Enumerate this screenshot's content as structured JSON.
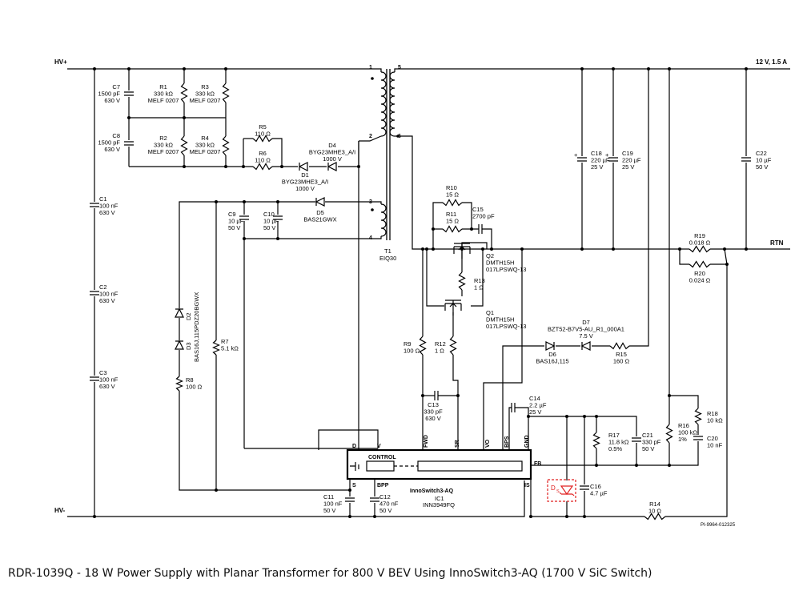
{
  "nets": {
    "hv_plus": "HV+",
    "hv_minus": "HV-",
    "output": "12 V, 1.5 A",
    "return": "RTN"
  },
  "transformer": {
    "ref": "T1",
    "core": "EIQ30",
    "pins": [
      "1",
      "2",
      "3",
      "4",
      "5",
      "6"
    ]
  },
  "components": {
    "C7": [
      "C7",
      "1500 pF",
      "630 V"
    ],
    "C8": [
      "C8",
      "1500 pF",
      "630 V"
    ],
    "R1": [
      "R1",
      "330 kΩ",
      "MELF 0207"
    ],
    "R2": [
      "R2",
      "330 kΩ",
      "MELF 0207"
    ],
    "R3": [
      "R3",
      "330 kΩ",
      "MELF 0207"
    ],
    "R4": [
      "R4",
      "330 kΩ",
      "MELF 0207"
    ],
    "R5": [
      "R5",
      "110 Ω"
    ],
    "R6": [
      "R6",
      "110 Ω"
    ],
    "D4": [
      "D4",
      "BYG23MHE3_A/I",
      "1000 V"
    ],
    "D1": [
      "D1",
      "BYG23MHE3_A/I",
      "1000 V"
    ],
    "C1": [
      "C1",
      "100 nF",
      "630 V"
    ],
    "C2": [
      "C2",
      "100 nF",
      "630 V"
    ],
    "C3": [
      "C3",
      "100 nF",
      "630 V"
    ],
    "C9": [
      "C9",
      "10 µF",
      "50 V"
    ],
    "C10": [
      "C10",
      "10 µF",
      "50 V"
    ],
    "D5": [
      "D5",
      "BAS21GWX"
    ],
    "D2D3": [
      "D2",
      "D3",
      "BAS16J,115PDZ20BGWX"
    ],
    "R7": [
      "R7",
      "5.1 kΩ"
    ],
    "R8": [
      "R8",
      "100 Ω"
    ],
    "R10": [
      "R10",
      "15 Ω"
    ],
    "R11": [
      "R11",
      "15 Ω"
    ],
    "C15": [
      "C15",
      "2700 pF"
    ],
    "Q2": [
      "Q2",
      "DMTH15H",
      "017LPSWQ-13"
    ],
    "R13": [
      "R13",
      "1 Ω"
    ],
    "Q1": [
      "Q1",
      "DMTH15H",
      "017LPSWQ-13"
    ],
    "R9": [
      "R9",
      "100 Ω"
    ],
    "R12": [
      "R12",
      "1 Ω"
    ],
    "C13": [
      "C13",
      "330 pF",
      "630 V"
    ],
    "C18": [
      "C18",
      "220 µF",
      "25 V"
    ],
    "C19": [
      "C19",
      "220 µF",
      "25 V"
    ],
    "C22": [
      "C22",
      "10 µF",
      "50 V"
    ],
    "R19": [
      "R19",
      "0.018 Ω"
    ],
    "R20": [
      "R20",
      "0.024 Ω"
    ],
    "D7": [
      "D7",
      "BZT52-B7V5-AU_R1_000A1",
      "7.5 V"
    ],
    "D6": [
      "D6",
      "BAS16J,115"
    ],
    "R15": [
      "R15",
      "160 Ω"
    ],
    "C14": [
      "C14",
      "2.2 µF",
      "25 V"
    ],
    "R17": [
      "R17",
      "11.8 kΩ",
      "0.5%"
    ],
    "C21": [
      "C21",
      "330 pF",
      "50 V"
    ],
    "R16": [
      "R16",
      "100 kΩ",
      "1%"
    ],
    "R18": [
      "R18",
      "10 kΩ"
    ],
    "C20": [
      "C20",
      "10 nF"
    ],
    "C16": [
      "C16",
      "4.7 µF"
    ],
    "DS": [
      "D",
      "S"
    ],
    "R14": [
      "R14",
      "10 Ω"
    ],
    "C11": [
      "C11",
      "100 nF",
      "50 V"
    ],
    "C12": [
      "C12",
      "470 nF",
      "50 V"
    ]
  },
  "ic": {
    "name": "InnoSwitch3-AQ",
    "ref": "IC1",
    "part": "INN3949FQ",
    "control": "CONTROL",
    "pins": {
      "D": "D",
      "V": "V",
      "S": "S",
      "BPP": "BPP",
      "FWD": "FWD",
      "SR": "SR",
      "VO": "VO",
      "BPS": "BPS",
      "GND": "GND",
      "FB": "FB",
      "IS": "IS"
    }
  },
  "drawing_id": "PI-9964-012325",
  "caption": "RDR-1039Q - 18 W Power Supply with Planar Transformer for 800 V BEV Using InnoSwitch3-AQ (1700 V SiC Switch)"
}
